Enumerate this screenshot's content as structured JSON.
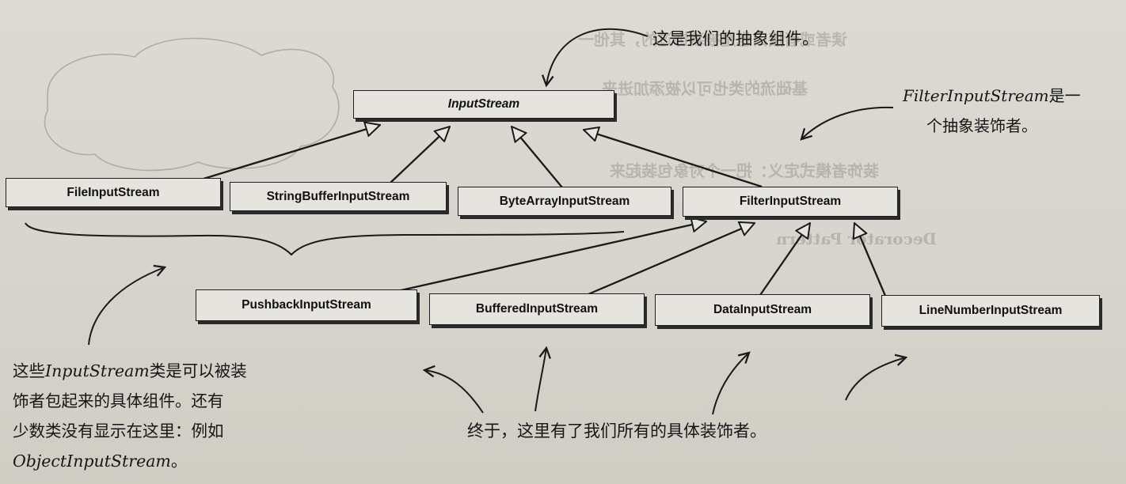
{
  "classes": {
    "inputstream": "InputStream",
    "fileinputstream": "FileInputStream",
    "stringbufferinputstream": "StringBufferInputStream",
    "bytearrayinputstream": "ByteArrayInputStream",
    "filterinputstream": "FilterInputStream",
    "pushbackinputstream": "PushbackInputStream",
    "bufferedinputstream": "BufferedInputStream",
    "datainputstream": "DataInputStream",
    "linenumberinputstream": "LineNumberInputStream"
  },
  "relations": [
    {
      "from": "FileInputStream",
      "to": "InputStream",
      "type": "inheritance"
    },
    {
      "from": "StringBufferInputStream",
      "to": "InputStream",
      "type": "inheritance"
    },
    {
      "from": "ByteArrayInputStream",
      "to": "InputStream",
      "type": "inheritance"
    },
    {
      "from": "FilterInputStream",
      "to": "InputStream",
      "type": "inheritance"
    },
    {
      "from": "PushbackInputStream",
      "to": "FilterInputStream",
      "type": "inheritance"
    },
    {
      "from": "BufferedInputStream",
      "to": "FilterInputStream",
      "type": "inheritance"
    },
    {
      "from": "DataInputStream",
      "to": "FilterInputStream",
      "type": "inheritance"
    },
    {
      "from": "LineNumberInputStream",
      "to": "FilterInputStream",
      "type": "inheritance"
    }
  ],
  "annotations": {
    "abstract_component": "这是我们的抽象组件。",
    "filter_line1_class": "FilterInputStream",
    "filter_line1_rest": "是一",
    "filter_line2": "个抽象装饰者。",
    "concrete_line1_pre": "这些",
    "concrete_line1_class": "InputStream",
    "concrete_line1_rest": "类是可以被装",
    "concrete_line2": "饰者包起来的具体组件。还有",
    "concrete_line3": "少数类没有显示在这里：例如",
    "concrete_line4_class": "ObjectInputStream",
    "concrete_line4_rest": "。",
    "concrete_decorators": "终于，这里有了我们所有的具体装饰者。"
  },
  "background_text": [
    "读者或者接口也是被装饰过的，其他一",
    "基础流的类也可以被添加进来",
    "装饰者模式定义：把一个对象包装起来",
    "Decorator Pattern"
  ]
}
